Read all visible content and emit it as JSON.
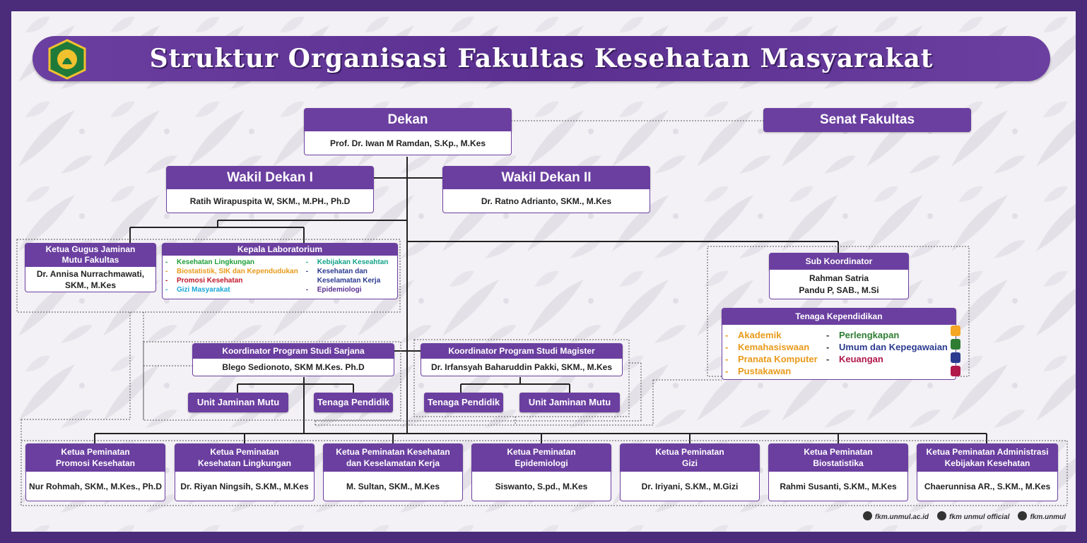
{
  "title": "Struktur Organisasi Fakultas Kesehatan Masyarakat",
  "dekan": {
    "title": "Dekan",
    "name": "Prof. Dr. Iwan M Ramdan, S.Kp., M.Kes"
  },
  "senat": {
    "title": "Senat Fakultas"
  },
  "wd1": {
    "title": "Wakil Dekan I",
    "name": "Ratih Wirapuspita W, SKM., M.PH., Ph.D"
  },
  "wd2": {
    "title": "Wakil Dekan II",
    "name": "Dr. Ratno Adrianto, SKM., M.Kes"
  },
  "gjm": {
    "title": "Ketua Gugus Jaminan Mutu Fakultas",
    "name": "Dr. Annisa Nurrachmawati, SKM., M.Kes"
  },
  "lab": {
    "title": "Kepala Laboratorium",
    "left": [
      {
        "text": "Kesehatan Lingkungan",
        "color": "#1f9e3a"
      },
      {
        "text": "Biostatistik, SIK dan Kependudukan",
        "color": "#e89a1a"
      },
      {
        "text": "Promosi Kesehatan",
        "color": "#c0182a"
      },
      {
        "text": "Gizi Masyarakat",
        "color": "#1aa6d8"
      }
    ],
    "right": [
      {
        "text": "Kebijakan Keseahtan",
        "color": "#14a38a"
      },
      {
        "text": "Kesehatan dan",
        "color": "#2b3a8f"
      },
      {
        "text": "Keselamatan Kerja",
        "color": "#2b3a8f"
      },
      {
        "text": "Epidemiologi",
        "color": "#5a2f8f"
      }
    ]
  },
  "subkoor": {
    "title": "Sub Koordinator",
    "name1": "Rahman Satria",
    "name2": "Pandu P, SAB., M.Si"
  },
  "tendik": {
    "title": "Tenaga Kependidikan",
    "left": [
      {
        "text": "Akademik",
        "color": "#e89a1a"
      },
      {
        "text": "Kemahasiswaan",
        "color": "#e89a1a"
      },
      {
        "text": "Pranata Komputer",
        "color": "#e89a1a"
      },
      {
        "text": "Pustakawan",
        "color": "#e89a1a"
      }
    ],
    "right": [
      {
        "text": "Perlengkapan",
        "color": "#2e7d32"
      },
      {
        "text": "Umum dan Kepegawaian",
        "color": "#2b3a8f"
      },
      {
        "text": "Keuangan",
        "color": "#b0184a"
      }
    ],
    "swatches": [
      "#f5a623",
      "#2e7d32",
      "#2b3a8f",
      "#b0184a"
    ]
  },
  "sarjana": {
    "title": "Koordinator Program Studi Sarjana",
    "name": "Blego Sedionoto, SKM M.Kes. Ph.D",
    "ujm": "Unit Jaminan Mutu",
    "tp": "Tenaga Pendidik"
  },
  "magister": {
    "title": "Koordinator Program Studi Magister",
    "name": "Dr. Irfansyah Baharuddin Pakki, SKM., M.Kes",
    "tp": "Tenaga Pendidik",
    "ujm": "Unit Jaminan Mutu"
  },
  "peminatan": [
    {
      "l1": "Ketua Peminatan",
      "l2": "Promosi Kesehatan",
      "name": "Nur Rohmah, SKM., M.Kes., Ph.D"
    },
    {
      "l1": "Ketua Peminatan",
      "l2": "Kesehatan Lingkungan",
      "name": "Dr. Riyan Ningsih, S.KM., M.Kes"
    },
    {
      "l1": "Ketua Peminatan Kesehatan",
      "l2": "dan Keselamatan Kerja",
      "name": "M. Sultan, SKM., M.Kes"
    },
    {
      "l1": "Ketua Peminatan",
      "l2": "Epidemiologi",
      "name": "Siswanto, S.pd., M.Kes"
    },
    {
      "l1": "Ketua Peminatan",
      "l2": "Gizi",
      "name": "Dr. Iriyani, S.KM., M.Gizi"
    },
    {
      "l1": "Ketua Peminatan",
      "l2": "Biostatistika",
      "name": "Rahmi Susanti, S.KM., M.Kes"
    },
    {
      "l1": "Ketua Peminatan Administrasi",
      "l2": "Kebijakan Kesehatan",
      "name": "Chaerunnisa AR., S.KM., M.Kes"
    }
  ],
  "footer": {
    "web": "fkm.unmul.ac.id",
    "youtube": "fkm unmul official",
    "instagram": "fkm.unmul"
  }
}
